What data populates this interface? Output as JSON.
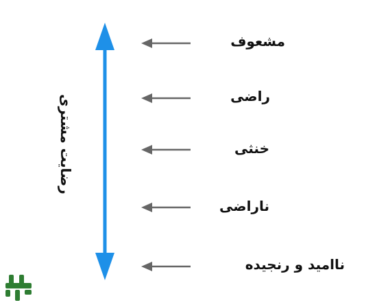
{
  "diagram": {
    "axis_title": "رضایت مشتری",
    "levels": [
      {
        "label": "مشعوف"
      },
      {
        "label": "راضی"
      },
      {
        "label": "خنثی"
      },
      {
        "label": "ناراضی"
      },
      {
        "label": "ناامید و رنجیده"
      }
    ],
    "colors": {
      "axis_arrow": "#1e90e8",
      "pointer_arrow": "#666666",
      "text": "#111111",
      "logo": "#2e7d32"
    }
  },
  "branding": {
    "logo_icon": "brand-logo-icon"
  }
}
